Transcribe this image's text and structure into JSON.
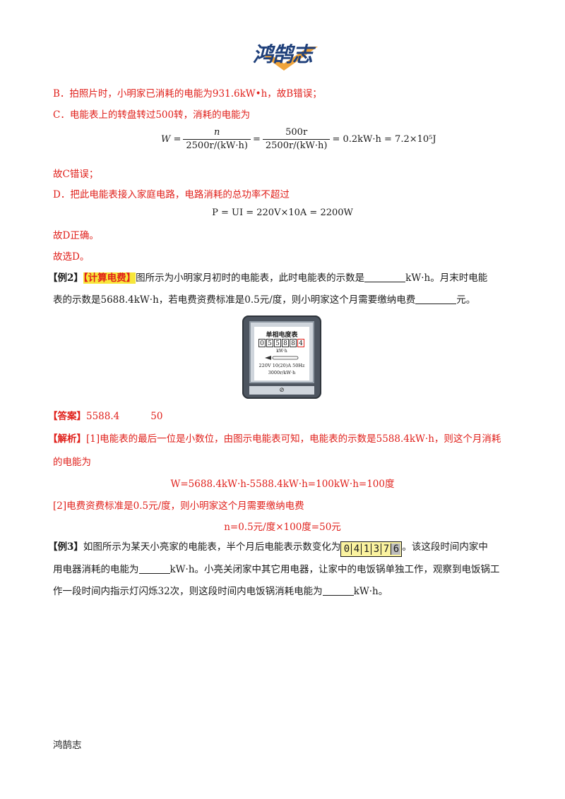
{
  "header": {
    "logo_text": "鸿鹄志"
  },
  "para_b": "B．拍照片时，小明家已消耗的电能为931.6kW•h，故B错误；",
  "para_c": "C．电能表上的转盘转过500转，消耗的电能为",
  "formula1": {
    "lhs": "W =",
    "f1_num": "n",
    "f1_den": "2500r/(kW·h)",
    "eq": "=",
    "f2_num": "500r",
    "f2_den": "2500r/(kW·h)",
    "rhs": "= 0.2kW·h = 7.2×10⁵J"
  },
  "para_c_end": "故C错误；",
  "para_d": "D．把此电能表接入家庭电路，电路消耗的总功率不超过",
  "formula2": "P = UI = 220V×10A = 2200W",
  "para_d_end": "故D正确。",
  "para_choose": "故选D。",
  "ex2": {
    "label": "【例2】",
    "tag": "【计算电费】",
    "text1": "图所示为小明家月初时的电能表，此时电能表的示数是",
    "unit1": "kW·h。月末时电能",
    "text2": "表的示数是5688.4kW·h，若电费资费标准是0.5元/度，则小明家这个月需要缴纳电费",
    "unit2": "元。"
  },
  "meter": {
    "title": "单相电度表",
    "digits": [
      "0",
      "5",
      "5",
      "8",
      "8",
      "4"
    ],
    "unit": "kW·h",
    "spec1": "220V 10(20)A 50Hz",
    "spec2": "3000r/kW·h",
    "knob": "⊘"
  },
  "answer": {
    "label": "【答案】",
    "v1": "5588.4",
    "v2": "50"
  },
  "analysis": {
    "label": "【解析】",
    "text1": "[1]电能表的最后一位是小数位，由图示电能表可知，电能表的示数是5588.4kW·h，则这个月消耗",
    "text2": "的电能为",
    "formula1": "W=5688.4kW·h-5588.4kW·h=100kW·h=100度",
    "text3": "[2]电费资费标准是0.5元/度，则小明家这个月需要缴纳电费",
    "formula2": "n=0.5元/度×100度=50元"
  },
  "ex3": {
    "label": "【例3】",
    "text1": "如图所示为某天小亮家的电能表，半个月后电能表示数变化为",
    "digits": [
      "0",
      "4",
      "1",
      "3",
      "7",
      "6"
    ],
    "text1b": "。该这段时间内家中",
    "text2a": "用电器消耗的电能为",
    "text2b": "kW·h。小亮关闭家中其它用电器，让家中的电饭锅单独工作，观察到电饭锅工",
    "text3a": "作一段时间内指示灯闪烁32次，则这段时间内电饭锅消耗电能为",
    "text3b": "kW·h。"
  },
  "footer": {
    "text": "鸿鹄志"
  }
}
